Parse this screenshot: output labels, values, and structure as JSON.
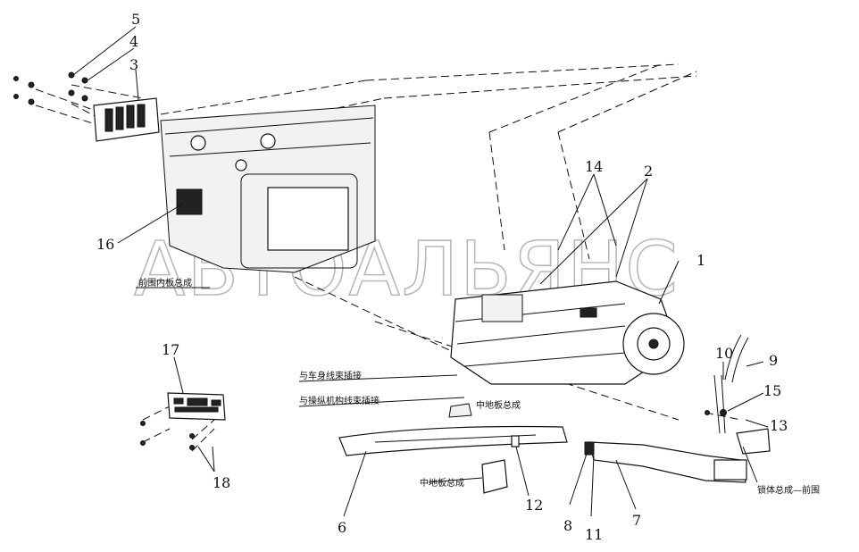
{
  "watermark": "АВТОАЛЬЯНС",
  "callouts": [
    "1",
    "2",
    "3",
    "4",
    "5",
    "6",
    "7",
    "8",
    "9",
    "10",
    "11",
    "12",
    "13",
    "14",
    "15",
    "16",
    "17",
    "18"
  ],
  "labels": {
    "front_panel": "前围内板总成",
    "body_harness": "与车身线束插接",
    "control_harness": "与操纵机构线束插接",
    "floor_panel_1": "中地板总成",
    "floor_panel_2": "中地板总成",
    "lock_assembly": "锁体总成—前围"
  }
}
